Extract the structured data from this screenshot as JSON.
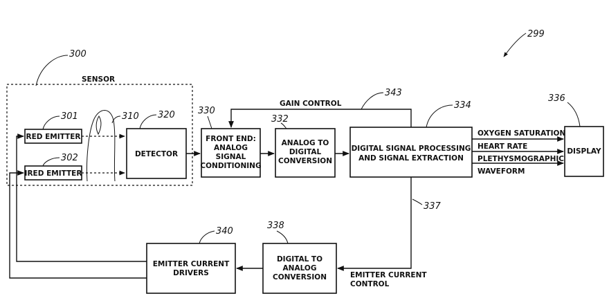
{
  "refs": {
    "system": "299",
    "sensor": "300",
    "red_emitter": "301",
    "ired_emitter": "302",
    "finger": "310",
    "detector": "320",
    "front_end": "330",
    "adc": "332",
    "dsp": "334",
    "display": "336",
    "emitter_control_line": "337",
    "dac": "338",
    "drivers": "340",
    "gain_control_line": "343"
  },
  "labels": {
    "sensor": "SENSOR",
    "red_emitter": "RED EMITTER",
    "ired_emitter": "IRED EMITTER",
    "detector": "DETECTOR",
    "front_end": [
      "FRONT END:",
      "ANALOG",
      "SIGNAL",
      "CONDITIONING"
    ],
    "adc": [
      "ANALOG TO",
      "DIGITAL",
      "CONVERSION"
    ],
    "dsp": [
      "DIGITAL SIGNAL PROCESSING",
      "AND SIGNAL EXTRACTION"
    ],
    "display": "DISPLAY",
    "dac": [
      "DIGITAL TO",
      "ANALOG",
      "CONVERSION"
    ],
    "drivers": [
      "EMITTER CURRENT",
      "DRIVERS"
    ],
    "gain_control": "GAIN CONTROL",
    "emitter_current_control": [
      "EMITTER CURRENT",
      "CONTROL"
    ],
    "outputs": [
      "OXYGEN SATURATION",
      "HEART RATE",
      "PLETHYSMOGRAPHIC",
      "WAVEFORM"
    ]
  }
}
